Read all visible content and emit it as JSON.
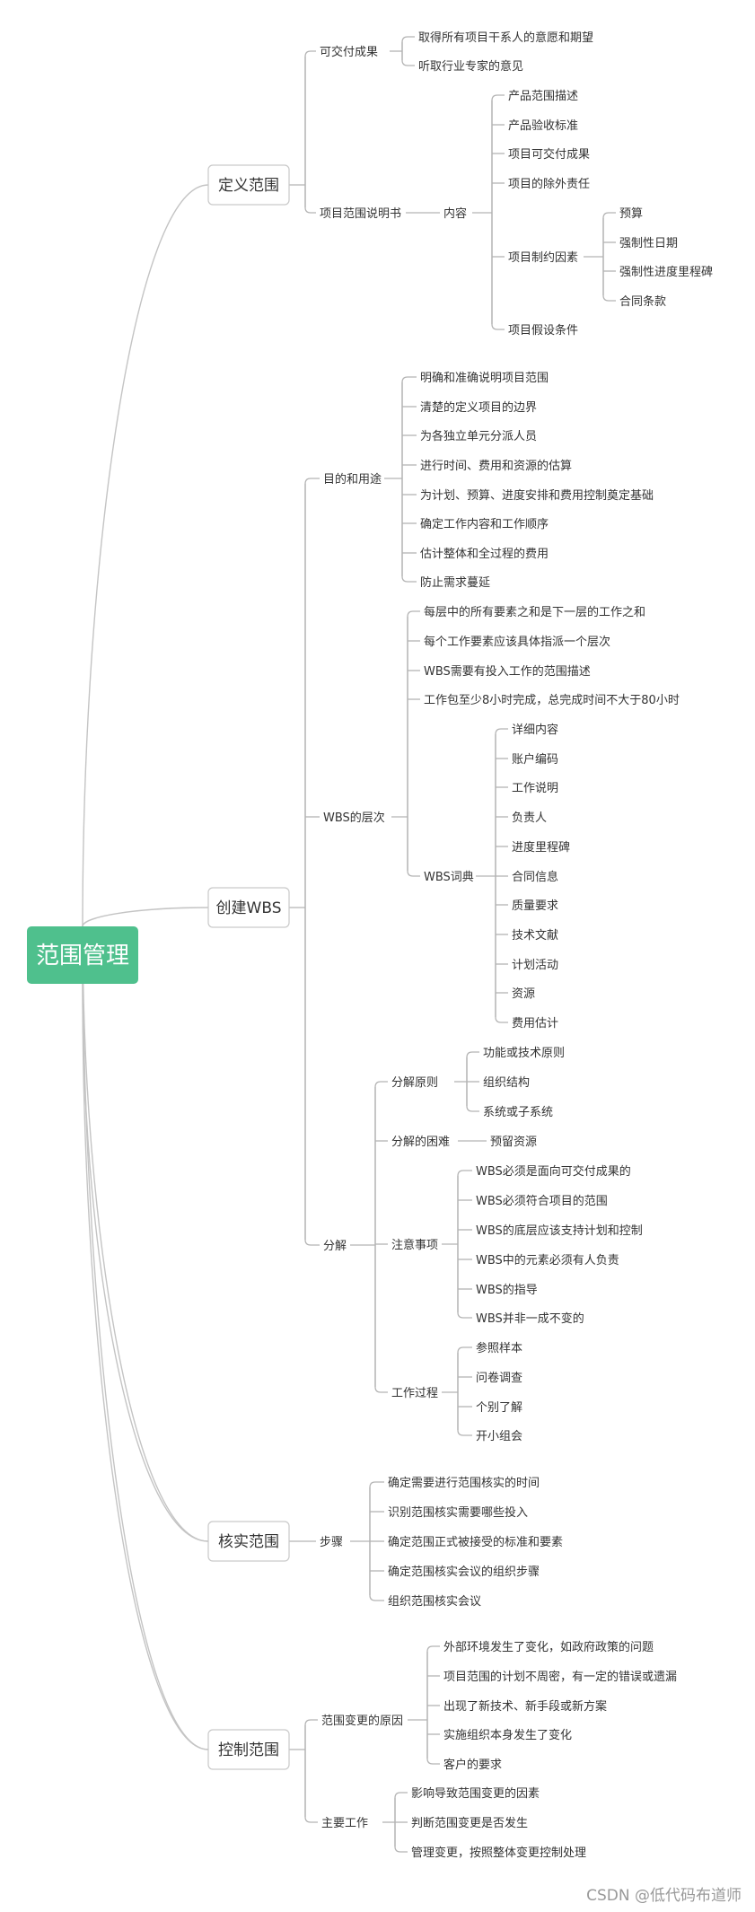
{
  "mindmap": {
    "root": "范围管理",
    "branches": [
      {
        "label": "定义范围",
        "children": [
          {
            "label": "可交付成果",
            "children": [
              "取得所有项目干系人的意愿和期望",
              "听取行业专家的意见"
            ]
          },
          {
            "label": "项目范围说明书",
            "child": "内容",
            "items": [
              "产品范围描述",
              "产品验收标准",
              "项目可交付成果",
              "项目的除外责任",
              "项目制约因素",
              "项目假设条件"
            ],
            "constraints": [
              "预算",
              "强制性日期",
              "强制性进度里程碑",
              "合同条款"
            ]
          }
        ]
      },
      {
        "label": "创建WBS",
        "purpose": {
          "label": "目的和用途",
          "children": [
            "明确和准确说明项目范围",
            "清楚的定义项目的边界",
            "为各独立单元分派人员",
            "进行时间、费用和资源的估算",
            "为计划、预算、进度安排和费用控制奠定基础",
            "确定工作内容和工作顺序",
            "估计整体和全过程的费用",
            "防止需求蔓延"
          ]
        },
        "levels": {
          "label": "WBS的层次",
          "children": [
            "每层中的所有要素之和是下一层的工作之和",
            "每个工作要素应该具体指派一个层次",
            "WBS需要有投入工作的范围描述",
            "工作包至少8小时完成，总完成时间不大于80小时"
          ],
          "dict_label": "WBS词典",
          "dict": [
            "详细内容",
            "账户编码",
            "工作说明",
            "负责人",
            "进度里程碑",
            "合同信息",
            "质量要求",
            "技术文献",
            "计划活动",
            "资源",
            "费用估计"
          ]
        },
        "decompose": {
          "label": "分解",
          "principle": {
            "label": "分解原则",
            "children": [
              "功能或技术原则",
              "组织结构",
              "系统或子系统"
            ]
          },
          "difficulty": {
            "label": "分解的困难",
            "child": "预留资源"
          },
          "notes": {
            "label": "注意事项",
            "children": [
              "WBS必须是面向可交付成果的",
              "WBS必须符合项目的范围",
              "WBS的底层应该支持计划和控制",
              "WBS中的元素必须有人负责",
              "WBS的指导",
              "WBS并非一成不变的"
            ]
          },
          "process": {
            "label": "工作过程",
            "children": [
              "参照样本",
              "问卷调查",
              "个别了解",
              "开小组会"
            ]
          }
        }
      },
      {
        "label": "核实范围",
        "steps": {
          "label": "步骤",
          "children": [
            "确定需要进行范围核实的时间",
            "识别范围核实需要哪些投入",
            "确定范围正式被接受的标准和要素",
            "确定范围核实会议的组织步骤",
            "组织范围核实会议"
          ]
        }
      },
      {
        "label": "控制范围",
        "causes": {
          "label": "范围变更的原因",
          "children": [
            "外部环境发生了变化，如政府政策的问题",
            "项目范围的计划不周密，有一定的错误或遗漏",
            "出现了新技术、新手段或新方案",
            "实施组织本身发生了变化",
            "客户的要求"
          ]
        },
        "work": {
          "label": "主要工作",
          "children": [
            "影响导致范围变更的因素",
            "判断范围变更是否发生",
            "管理变更，按照整体变更控制处理"
          ]
        }
      }
    ]
  },
  "watermark": "CSDN @低代码布道师",
  "colors": {
    "root_fill": "#4fc08d",
    "line": "#b4b4b4",
    "text": "#333333"
  }
}
